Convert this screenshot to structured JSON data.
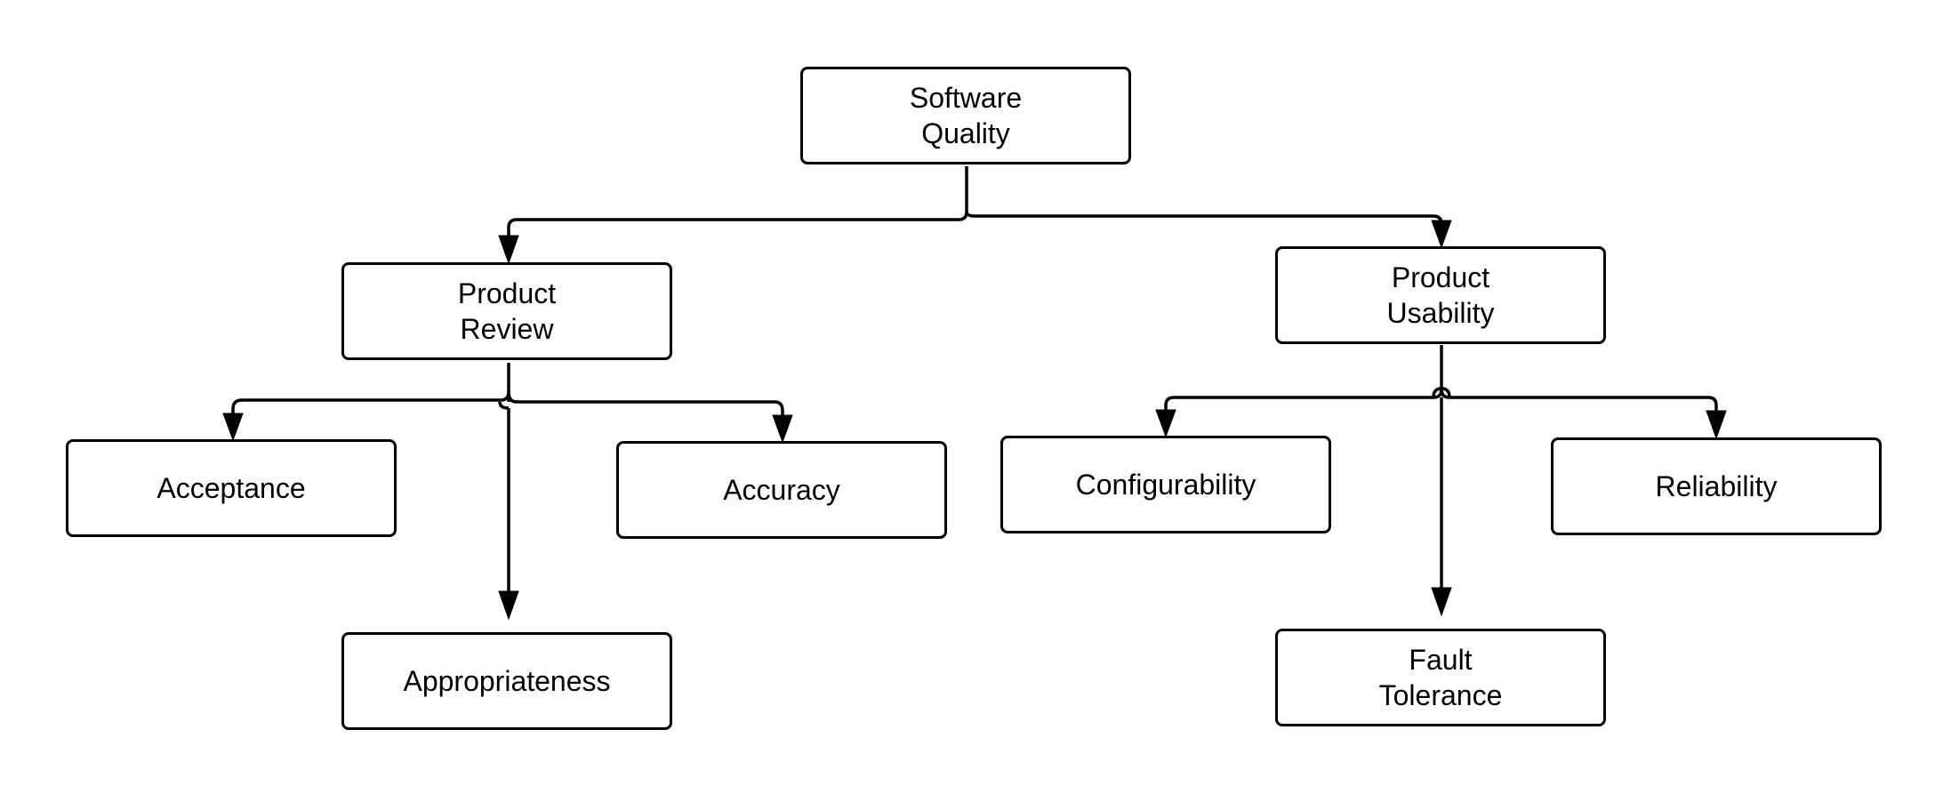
{
  "diagram": {
    "root": {
      "label": "Software\nQuality"
    },
    "product_review": {
      "label": "Product\nReview"
    },
    "product_usability": {
      "label": "Product\nUsability"
    },
    "acceptance": {
      "label": "Acceptance"
    },
    "appropriateness": {
      "label": "Appropriateness"
    },
    "accuracy": {
      "label": "Accuracy"
    },
    "configurability": {
      "label": "Configurability"
    },
    "fault_tolerance": {
      "label": "Fault\nTolerance"
    },
    "reliability": {
      "label": "Reliability"
    }
  },
  "colors": {
    "stroke": "#000000",
    "background": "#ffffff"
  }
}
